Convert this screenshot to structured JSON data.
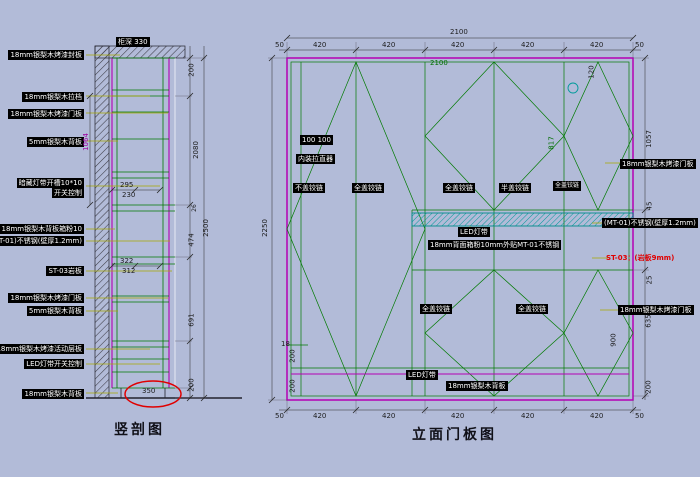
{
  "drawing": {
    "background": "#b2bbd8",
    "section_view": {
      "title": "竖剖图",
      "depth_label": "柜深 330",
      "callouts": [
        "18mm银梨木烤漆封板",
        "18mm银梨木拉档",
        "18mm银梨木烤漆门板",
        "5mm银梨木背板",
        "暗藏灯带开槽10*10",
        "开关控制",
        "18mm银梨木背板箱粉10",
        "(MT-01)不锈钢(壁厚1.2mm)",
        "ST-03岩板",
        "18mm银梨木烤漆门板",
        "5mm银梨木背板",
        "18mm银梨木烤漆活动层板",
        "LED灯带开关控制",
        "18mm银梨木背板"
      ],
      "dims": {
        "d1064": "1064",
        "d295": "295",
        "d230": "230",
        "d322": "322",
        "d312": "312",
        "top_200": "200",
        "d2080": "2080",
        "d26": "26",
        "d474": "474",
        "d691": "691",
        "bottom_200": "200",
        "overall_height": "2500",
        "base_depth": "350"
      }
    },
    "elevation_view": {
      "title": "立面门板图",
      "dims": {
        "overall_width": "2100",
        "inner_width": "2100",
        "top_left_50": "50",
        "top_right_50": "50",
        "seg1": "420",
        "seg2": "420",
        "seg3": "420",
        "seg4": "420",
        "seg5": "420",
        "bot_left_50": "50",
        "bot_right_50": "50",
        "bseg1": "420",
        "bseg2": "420",
        "bseg3": "420",
        "bseg4": "420",
        "bseg5": "420",
        "height_2250": "2250",
        "d120": "120",
        "d817": "817",
        "d1057": "1057",
        "d45": "45",
        "d25": "25",
        "d635": "635",
        "d900": "900",
        "d200r": "200",
        "d100x2": "100 100",
        "d18": "18",
        "d200a": "200",
        "d200b": "200"
      },
      "labels": {
        "straightener": "内装拉直器",
        "hinge_none": "不盖铰链",
        "hinge_full_a": "全盖铰链",
        "hinge_full_b": "全盖铰链",
        "hinge_half": "半盖铰链",
        "hinge_full_c": "全盖铰链",
        "led_strip_a": "LED灯带",
        "steel_backer": "18mm背面箱粉10mm外贴MT-01不锈钢",
        "hinge_full_d": "全盖铰链",
        "hinge_full_e": "全盖铰链",
        "led_strip_b": "LED灯带",
        "back_panel": "18mm银梨木背板",
        "door_panel_top": "18mm银梨木烤漆门板",
        "steel_panel": "(MT-01)不锈钢(壁厚1.2mm)",
        "stone_panel": "ST-03：(岩板9mm)",
        "door_panel_bottom": "18mm银梨木烤漆门板"
      }
    }
  }
}
